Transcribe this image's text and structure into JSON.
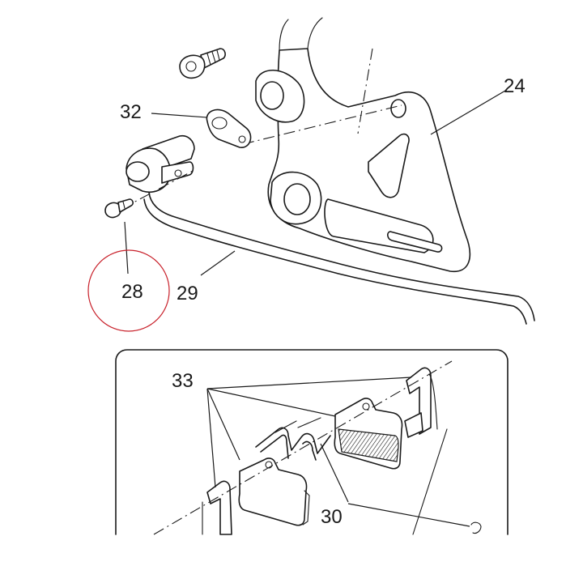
{
  "callouts": {
    "c24": "24",
    "c32": "32",
    "c28": "28",
    "c29": "29",
    "c33": "33",
    "c30": "30"
  },
  "highlight": {
    "target_callout": "28",
    "color": "#c8202a"
  },
  "colors": {
    "line": "#1a1a1a",
    "background": "#ffffff"
  }
}
